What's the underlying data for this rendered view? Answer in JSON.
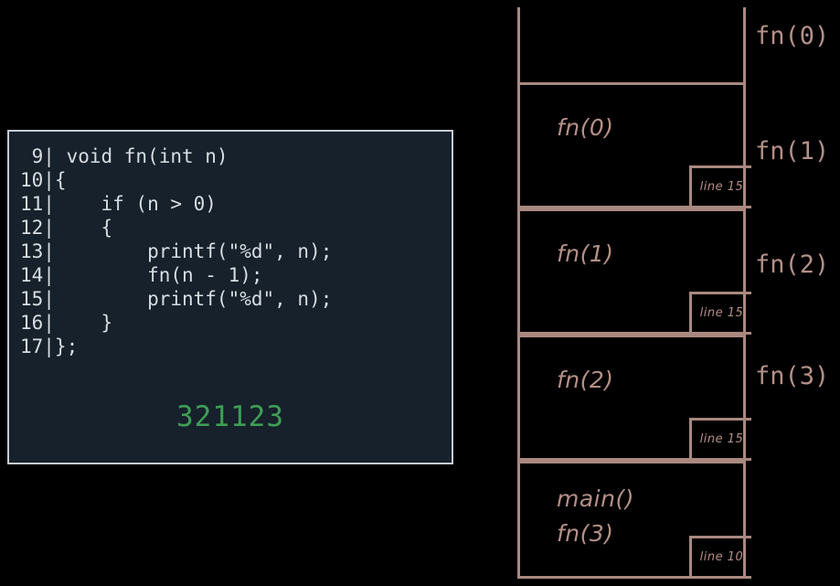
{
  "code_panel": {
    "listing": " 9| void fn(int n)\n10|{\n11|    if (n > 0)\n12|    {\n13|        printf(\"%d\", n);\n14|        fn(n - 1);\n15|        printf(\"%d\", n);\n16|    }\n17|};",
    "output": "321123",
    "background_color": "#16212b",
    "text_color": "#d7dde3",
    "output_color": "#3f9e54",
    "border_color": "#c6ccd2"
  },
  "stack_diagram": {
    "line_color": "#a9897f",
    "text_color": "#b49088",
    "frames": [
      {
        "title": "",
        "return_line": "",
        "side_label": "fn(0)"
      },
      {
        "title": "fn(0)",
        "return_line": "line 15",
        "side_label": "fn(1)"
      },
      {
        "title": "fn(1)",
        "return_line": "line 15",
        "side_label": "fn(2)"
      },
      {
        "title": "fn(2)",
        "return_line": "line 15",
        "side_label": "fn(3)"
      },
      {
        "title": "main()",
        "title2": "fn(3)",
        "return_line": "line 10",
        "side_label": ""
      }
    ]
  }
}
